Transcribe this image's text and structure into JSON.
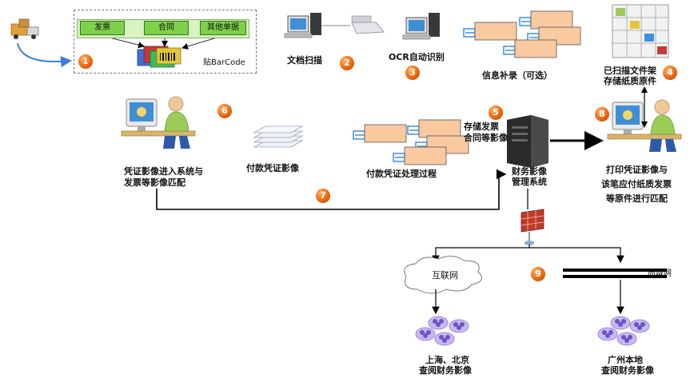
{
  "step_numbers": [
    "1",
    "2",
    "3",
    "4",
    "5",
    "6",
    "7",
    "8",
    "9"
  ],
  "doc_bar": {
    "invoice": "发票",
    "contract": "合同",
    "other": "其他单据",
    "barcode": "贴BarCode"
  },
  "scan": "文档扫描",
  "ocr": "OCR自动识别",
  "supplement": "信息补录（可选）",
  "archive": [
    "已扫描文件架",
    "存储纸质原件"
  ],
  "store": [
    "存储发票",
    "合同等影像"
  ],
  "server": [
    "财务影像",
    "管理系统"
  ],
  "match_in": [
    "凭证影像进入系统与",
    "发票等影像匹配"
  ],
  "voucher_image": "付款凭证影像",
  "voucher_process": "付款凭证处理过程",
  "print_match": [
    "打印凭证影像与",
    "该笔应付纸质发票",
    "等原件进行匹配"
  ],
  "internet": "互联网",
  "lan": "局域网",
  "remote_users": [
    "上海、北京",
    "查阅财务影像"
  ],
  "local_users": [
    "广州本地",
    "查阅财务影像"
  ],
  "colors": {
    "badge": "#e8620a",
    "form_fill": "#f9c9a0",
    "form_blue": "#3d8fe0",
    "green": "#7ed04a"
  }
}
